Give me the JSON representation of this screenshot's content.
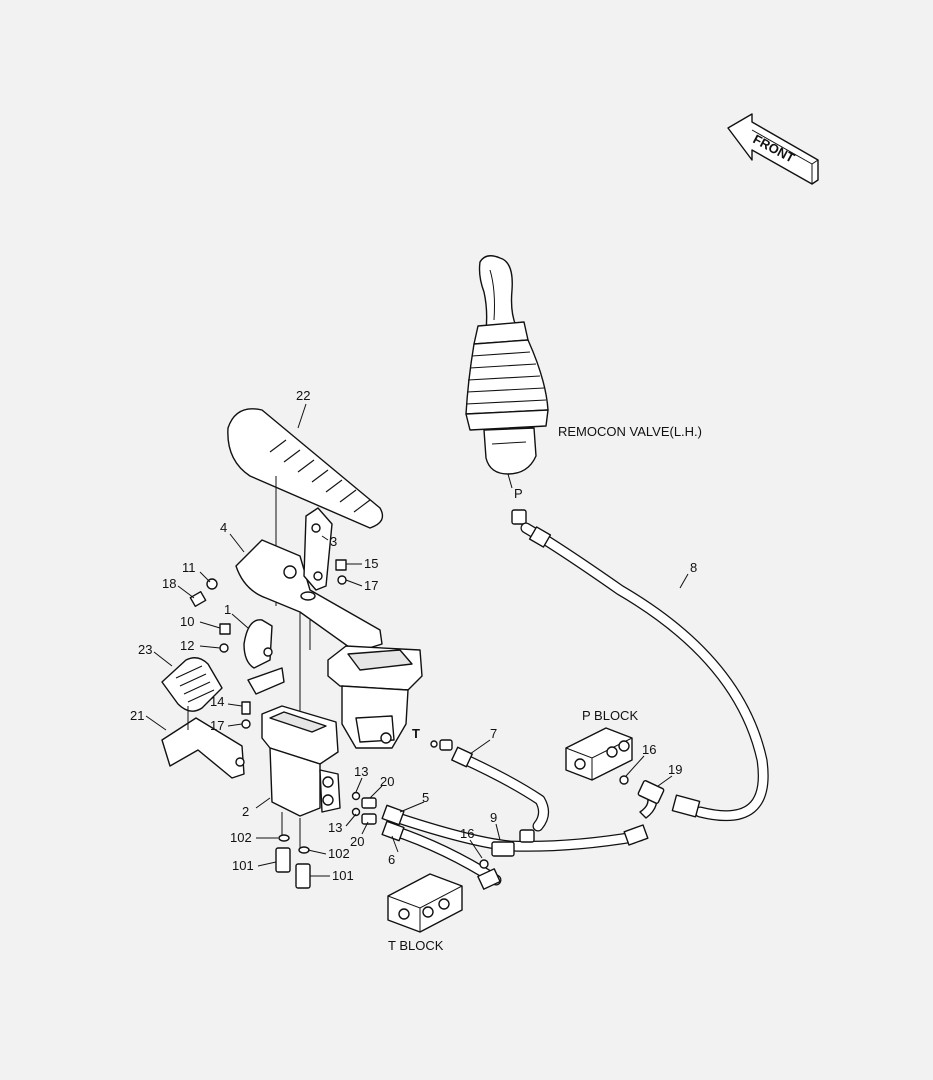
{
  "labels": {
    "front": "FRONT",
    "remocon_valve": "REMOCON VALVE(L.H.)",
    "p_port": "P",
    "t_port": "T",
    "p_block": "P BLOCK",
    "t_block": "T BLOCK"
  },
  "callouts": {
    "c22": "22",
    "c4": "4",
    "c3": "3",
    "c11": "11",
    "c15": "15",
    "c18": "18",
    "c17a": "17",
    "c1": "1",
    "c10": "10",
    "c12": "12",
    "c23": "23",
    "c14": "14",
    "c17b": "17",
    "c21": "21",
    "c2": "2",
    "c13a": "13",
    "c20a": "20",
    "c13b": "13",
    "c20b": "20",
    "c5": "5",
    "c6": "6",
    "c7": "7",
    "c8": "8",
    "c9": "9",
    "c16a": "16",
    "c16b": "16",
    "c19": "19",
    "c102a": "102",
    "c102b": "102",
    "c101a": "101",
    "c101b": "101"
  }
}
